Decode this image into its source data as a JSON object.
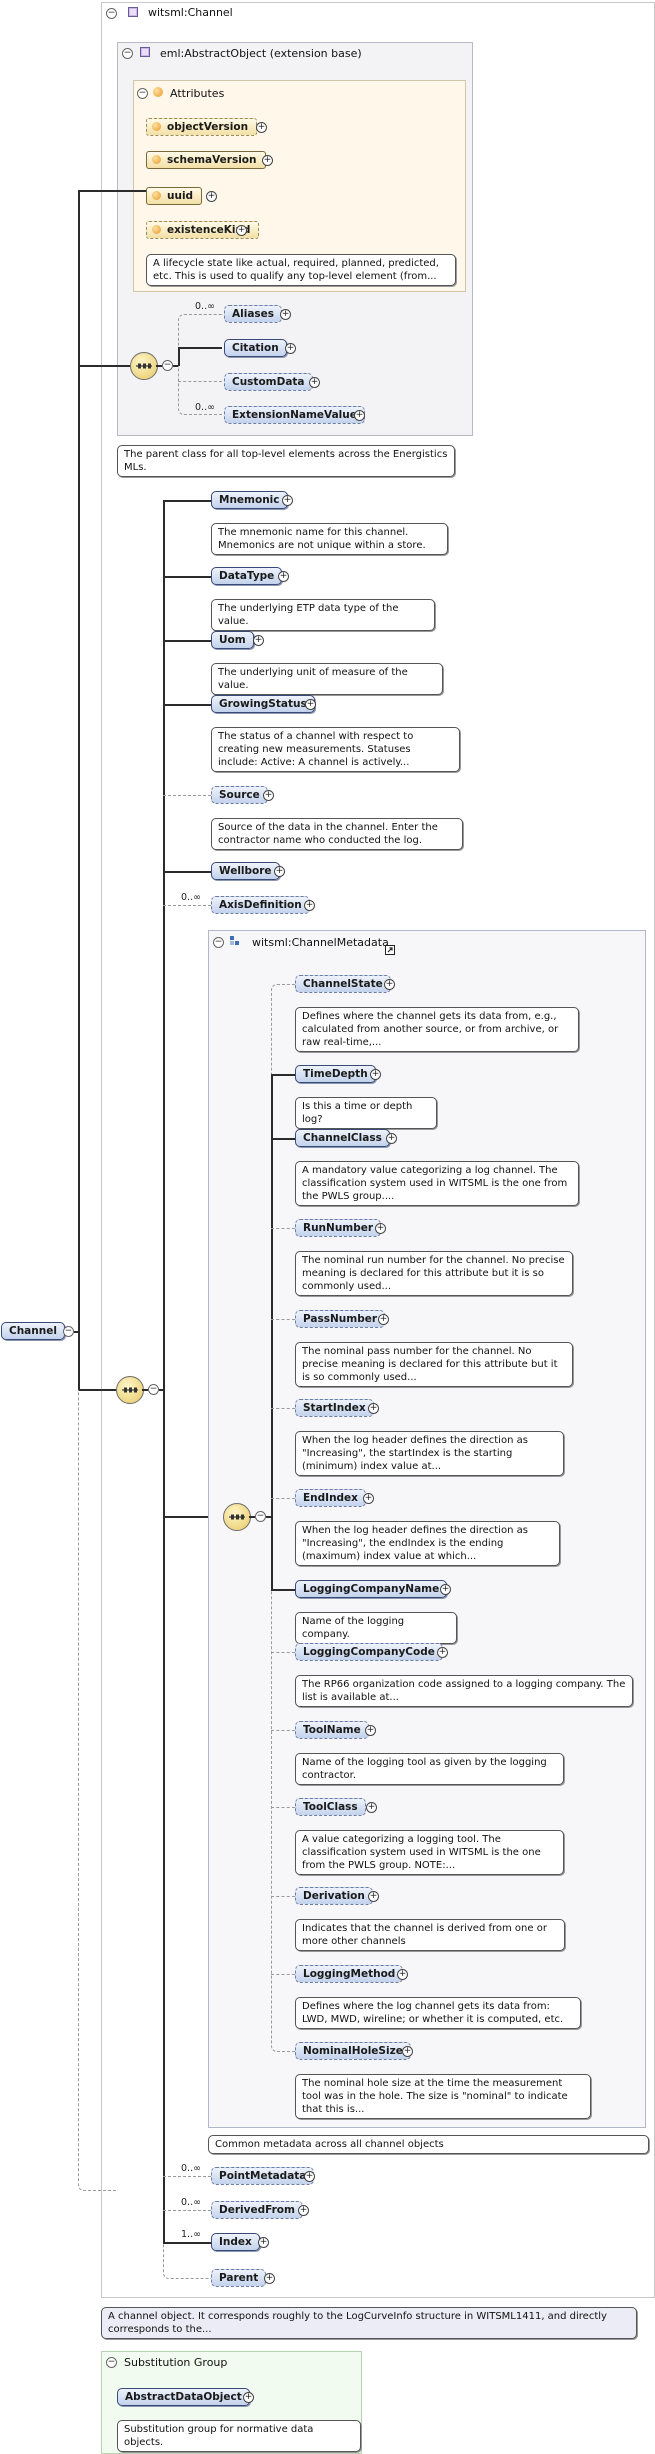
{
  "root": {
    "label": "Channel"
  },
  "outer": {
    "title": "witsml:Channel"
  },
  "ext": {
    "title": "eml:AbstractObject (extension base)"
  },
  "attrs": {
    "title": "Attributes",
    "items": [
      "objectVersion",
      "schemaVersion",
      "uuid",
      "existenceKind"
    ],
    "kind_doc": "A lifecycle state like actual, required, planned, predicted, etc. This is used to qualify any top-level element (from..."
  },
  "abs_children": [
    {
      "label": "Aliases",
      "card": "0..∞"
    },
    {
      "label": "Citation",
      "card": ""
    },
    {
      "label": "CustomData",
      "card": ""
    },
    {
      "label": "ExtensionNameValue",
      "card": "0..∞"
    }
  ],
  "abs_doc": "The parent class for all top-level elements across the Energistics MLs.",
  "channel_children": [
    {
      "label": "Mnemonic",
      "card": "",
      "doc": "The mnemonic name for this channel. Mnemonics are not unique within a store."
    },
    {
      "label": "DataType",
      "card": "",
      "doc": "The underlying ETP data type of the value."
    },
    {
      "label": "Uom",
      "card": "",
      "doc": "The underlying unit of measure of the value."
    },
    {
      "label": "GrowingStatus",
      "card": "",
      "doc": "The status of a channel with respect to creating new measurements. Statuses include: Active: A channel is actively..."
    },
    {
      "label": "Source",
      "card": "",
      "doc": "Source of the data in the channel. Enter the contractor name who conducted the log."
    },
    {
      "label": "Wellbore",
      "card": "",
      "doc": ""
    },
    {
      "label": "AxisDefinition",
      "card": "0..∞",
      "doc": ""
    }
  ],
  "meta": {
    "title": "witsml:ChannelMetadata",
    "doc": "Common metadata across all channel objects",
    "items": [
      {
        "label": "ChannelState",
        "doc": "Defines where the channel gets its data from, e.g., calculated from another source, or from archive, or raw real-time,..."
      },
      {
        "label": "TimeDepth",
        "doc": "Is this a time or depth log?"
      },
      {
        "label": "ChannelClass",
        "doc": "A mandatory value categorizing a log channel. The classification system used in WITSML is the one from the PWLS group...."
      },
      {
        "label": "RunNumber",
        "doc": "The nominal run number for the channel. No precise meaning is declared for this attribute but it is so commonly used..."
      },
      {
        "label": "PassNumber",
        "doc": "The nominal pass number for the channel. No precise meaning is declared for this attribute but it is so commonly used..."
      },
      {
        "label": "StartIndex",
        "doc": "When the log header defines the direction as \"Increasing\", the startIndex is the starting (minimum) index value at..."
      },
      {
        "label": "EndIndex",
        "doc": "When the log header defines the direction as \"Increasing\", the endIndex is the ending (maximum) index value at which..."
      },
      {
        "label": "LoggingCompanyName",
        "doc": "Name of the logging company."
      },
      {
        "label": "LoggingCompanyCode",
        "doc": "The RP66 organization code assigned to a logging company. The list is available at..."
      },
      {
        "label": "ToolName",
        "doc": "Name of the logging tool as given by the logging contractor."
      },
      {
        "label": "ToolClass",
        "doc": "A value categorizing a logging tool. The classification system used in WITSML is the one from the PWLS group. NOTE:..."
      },
      {
        "label": "Derivation",
        "doc": "Indicates that the channel is derived from one or more other channels"
      },
      {
        "label": "LoggingMethod",
        "doc": "Defines where the log channel gets its data from: LWD, MWD, wireline; or whether it is computed, etc."
      },
      {
        "label": "NominalHoleSize",
        "doc": "The nominal hole size at the time the measurement tool was in the hole. The size is \"nominal\" to indicate that this is..."
      }
    ]
  },
  "tail_children": [
    {
      "label": "PointMetadata",
      "card": "0..∞"
    },
    {
      "label": "DerivedFrom",
      "card": "0..∞"
    },
    {
      "label": "Index",
      "card": "1..∞"
    },
    {
      "label": "Parent",
      "card": ""
    }
  ],
  "channel_doc": "A channel object. It corresponds roughly to the LogCurveInfo structure in WITSML1411, and directly corresponds to the...",
  "subst": {
    "title": "Substitution Group",
    "item": "AbstractDataObject",
    "doc": "Substitution group for normative data objects."
  }
}
